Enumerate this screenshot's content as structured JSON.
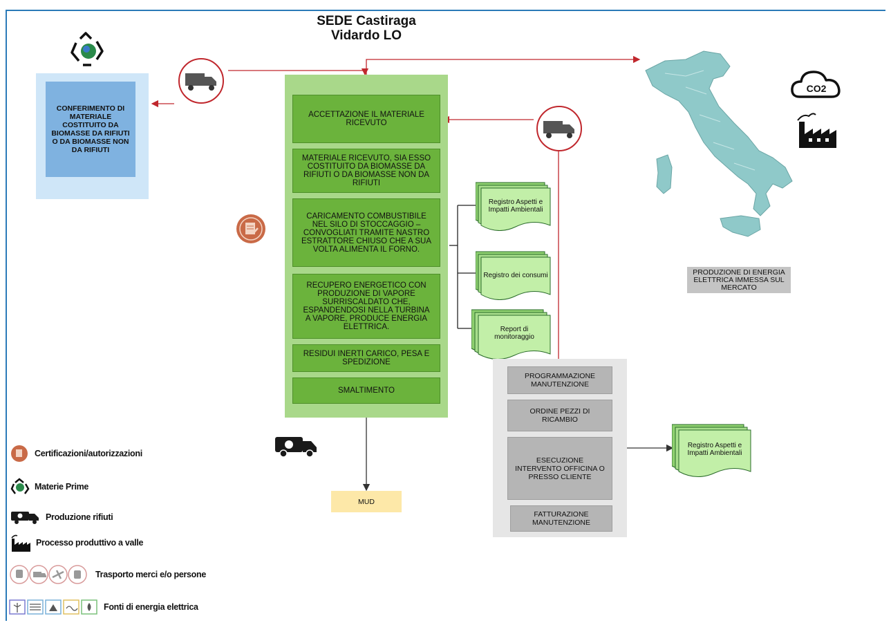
{
  "title": {
    "line1": "SEDE Castiraga",
    "line2": "Vidardo LO"
  },
  "input_box": "CONFERIMENTO DI MATERIALE COSTITUITO DA BIOMASSE DA RIFIUTI O DA BIOMASSE NON DA RIFIUTI",
  "process_steps": [
    "ACCETTAZIONE IL MATERIALE RICEVUTO",
    "MATERIALE RICEVUTO, SIA ESSO COSTITUITO DA BIOMASSE DA RIFIUTI O DA BIOMASSE NON DA RIFIUTI",
    "CARICAMENTO COMBUSTIBILE NEL SILO DI STOCCAGGIO – CONVOGLIATI TRAMITE NASTRO ESTRATTORE CHIUSO CHE A SUA VOLTA ALIMENTA IL FORNO.",
    "RECUPERO ENERGETICO CON PRODUZIONE DI VAPORE SURRISCALDATO CHE, ESPANDENDOSI NELLA TURBINA A VAPORE, PRODUCE ENERGIA ELETTRICA.",
    "RESIDUI INERTI CARICO, PESA E SPEDIZIONE",
    "SMALTIMENTO"
  ],
  "documents": [
    "Registro Aspetti e Impatti Ambientali",
    "Registro dei consumi",
    "Report di monitoraggio"
  ],
  "maintenance_steps": [
    "PROGRAMMAZIONE MANUTENZIONE",
    "ORDINE PEZZI DI RICAMBIO",
    "ESECUZIONE INTERVENTO OFFICINA O PRESSO CLIENTE",
    "FATTURAZIONE MANUTENZIONE"
  ],
  "maintenance_doc": "Registro Aspetti e Impatti Ambientali",
  "mud": "MUD",
  "output_caption": "PRODUZIONE DI ENERGIA ELETTRICA IMMESSA SUL MERCATO",
  "co2_label": "CO2",
  "legend": [
    {
      "icon": "certificate-icon",
      "label": "Certificazioni/autorizzazioni"
    },
    {
      "icon": "recycle-globe-icon",
      "label": "Materie Prime"
    },
    {
      "icon": "waste-truck-icon",
      "label": "Produzione rifiuti"
    },
    {
      "icon": "factory-icon",
      "label": "Processo produttivo a valle"
    },
    {
      "icon": "transport-icons",
      "label": "Trasporto merci e/o persone"
    },
    {
      "icon": "energy-icons",
      "label": "Fonti di energia elettrica"
    }
  ],
  "colors": {
    "arrow": "#c0272d",
    "green_outer": "#a9d88a",
    "green_step": "#6bb33c",
    "blue_outer": "#cfe6f8",
    "blue_inner": "#7fb2e0",
    "gray_outer": "#e6e6e6",
    "gray_step": "#b5b5b5",
    "mud": "#fde8a8",
    "italy": "#8fc9c9"
  }
}
